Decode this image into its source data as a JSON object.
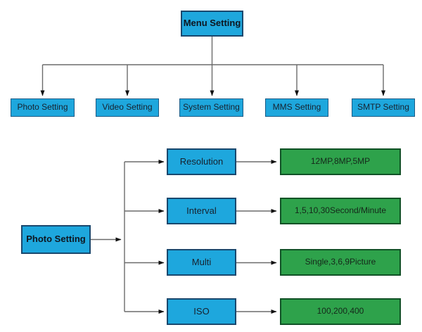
{
  "colors": {
    "node_fill_blue": "#1EA7DD",
    "node_border_blue": "#19486E",
    "node_fill_green": "#2EA24B",
    "node_border_green": "#115226",
    "connector_line": "#6B6B6B",
    "arrowhead": "#111111",
    "text": "#1A1A1A",
    "background": "#FFFFFF"
  },
  "menu_diagram": {
    "root_label": "Menu Setting",
    "children": [
      {
        "label": "Photo Setting"
      },
      {
        "label": "Video Setting"
      },
      {
        "label": "System Setting"
      },
      {
        "label": "MMS Setting"
      },
      {
        "label": "SMTP Setting"
      }
    ]
  },
  "photo_diagram": {
    "root_label": "Photo Setting",
    "rows": [
      {
        "option": "Resolution",
        "values": "12MP,8MP,5MP"
      },
      {
        "option": "Interval",
        "values": "1,5,10,30Second/Minute"
      },
      {
        "option": "Multi",
        "values": "Single,3,6,9Picture"
      },
      {
        "option": "ISO",
        "values": "100,200,400"
      }
    ]
  }
}
